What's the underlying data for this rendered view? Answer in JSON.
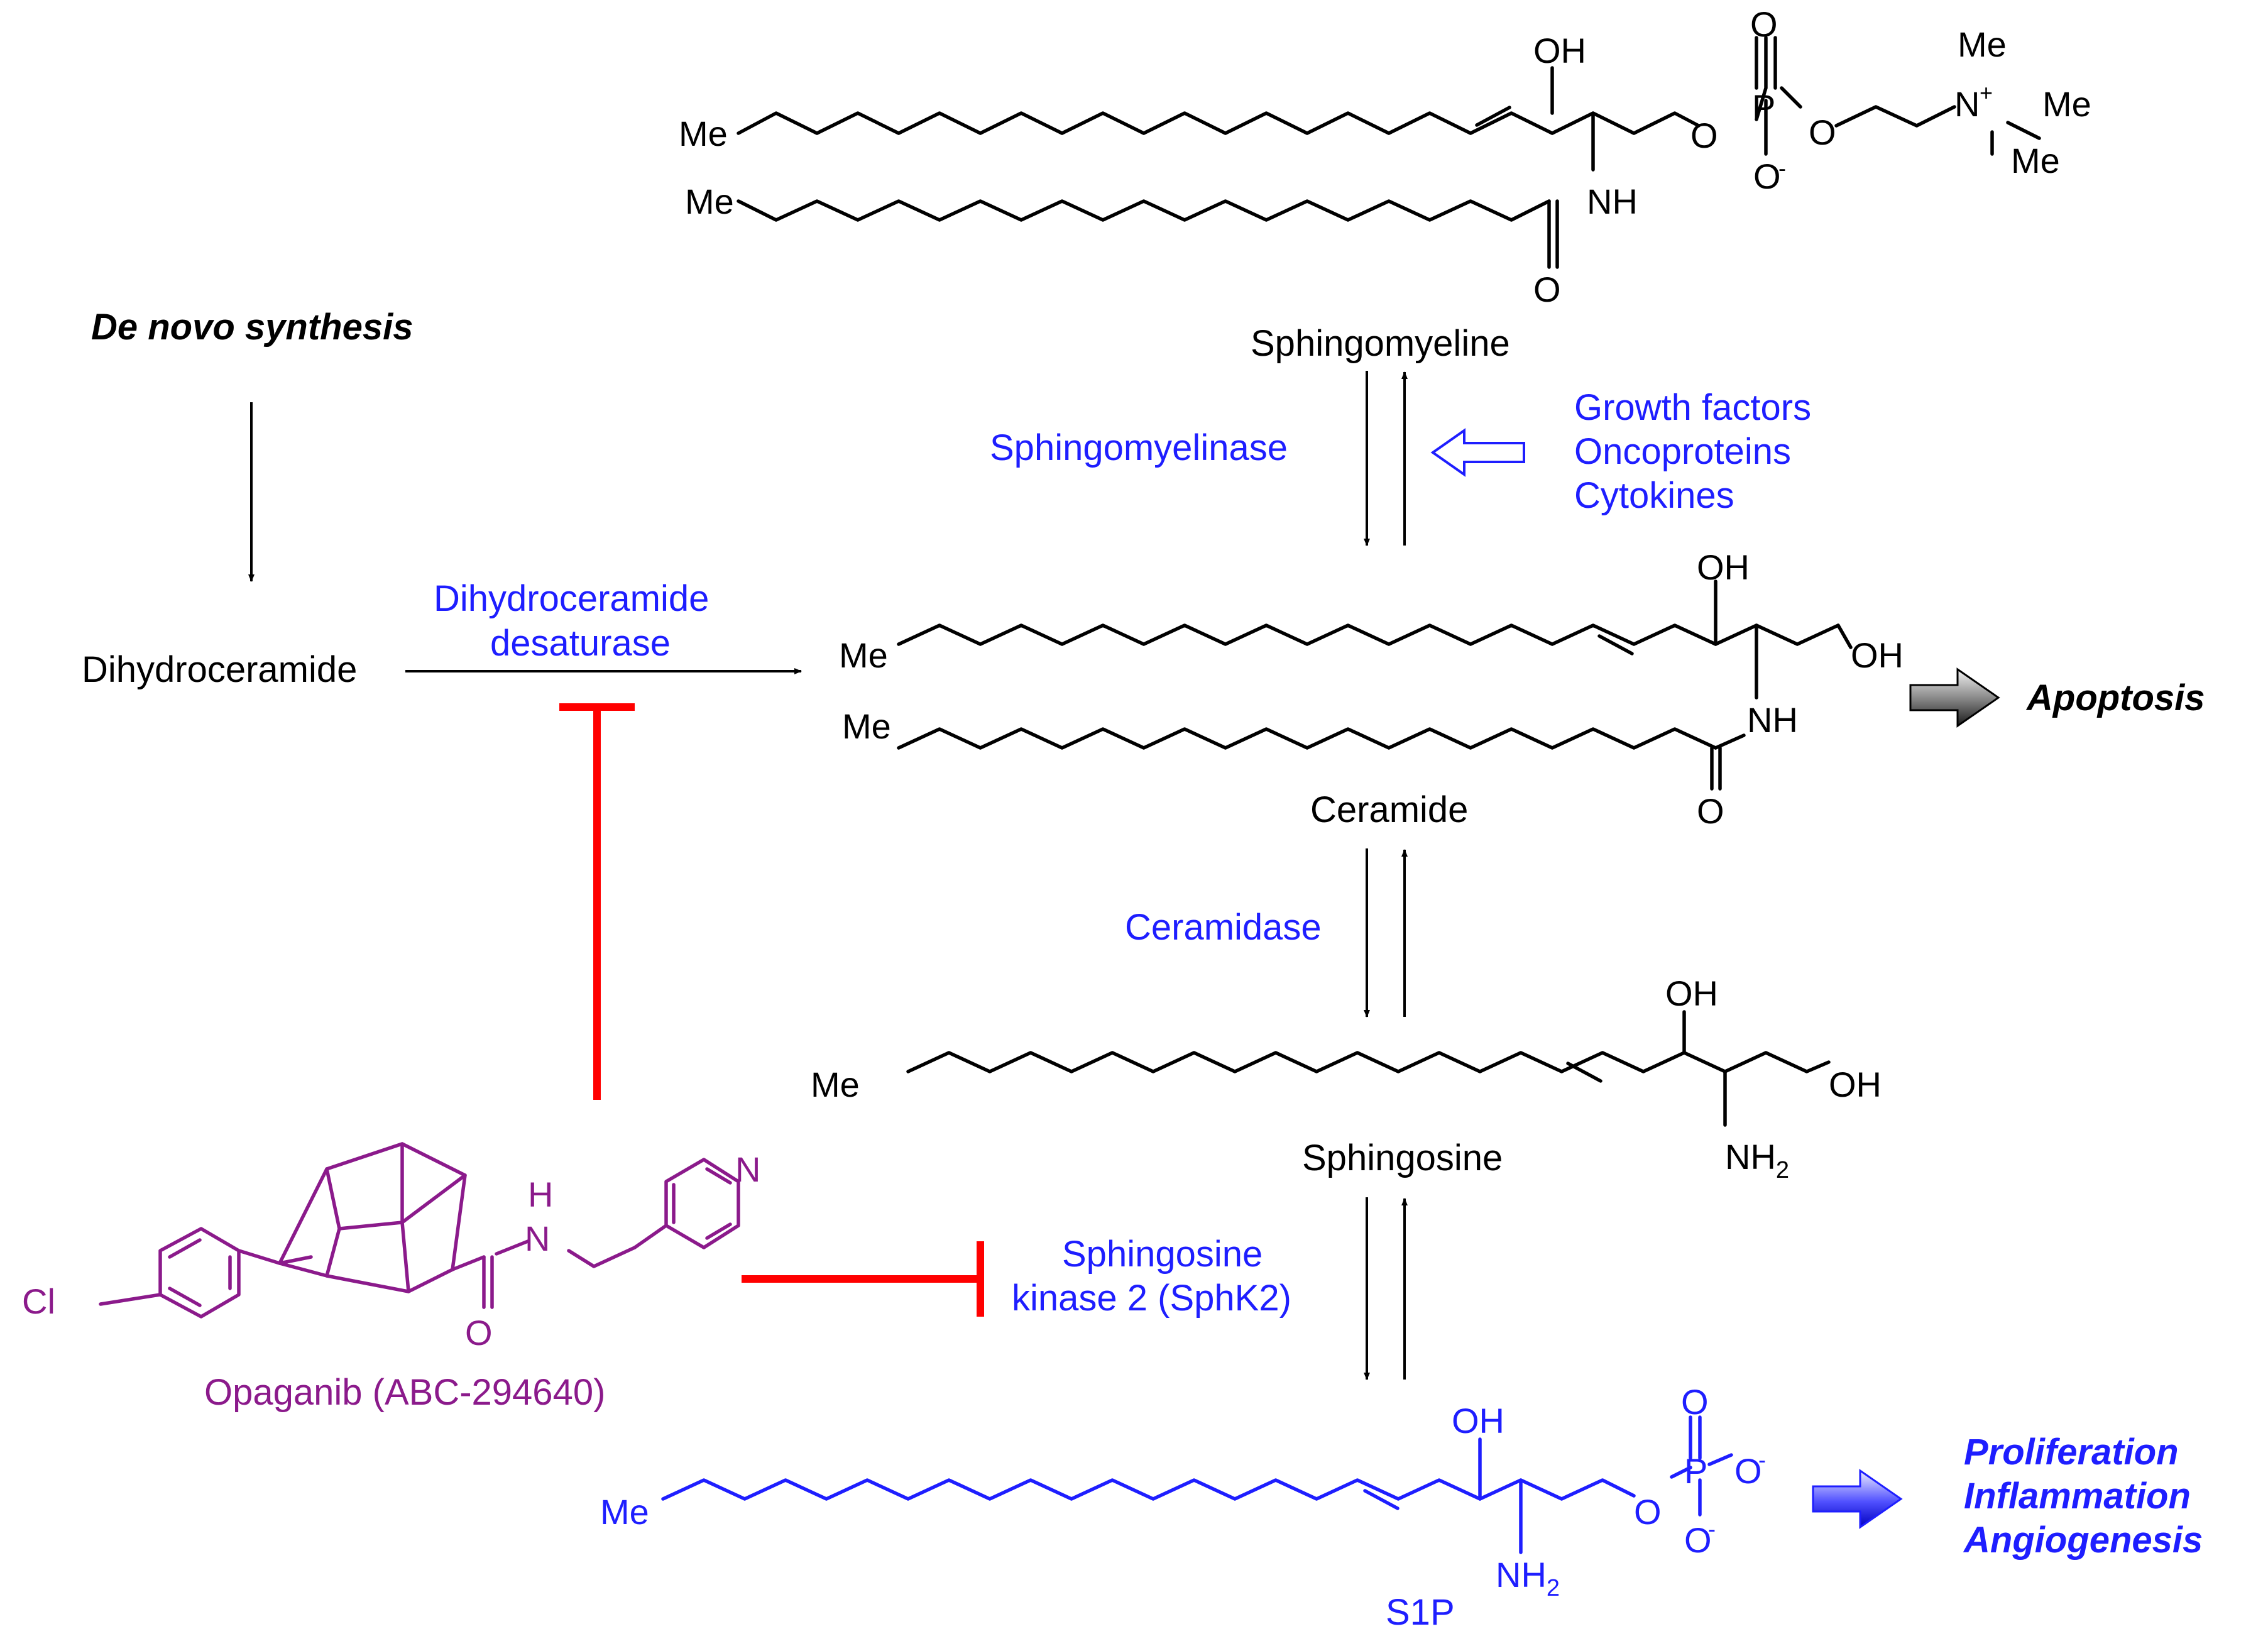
{
  "pathway": {
    "de_novo": "De novo synthesis",
    "dihydroceramide": "Dihydroceramide",
    "desaturase_line1": "Dihydroceramide",
    "desaturase_line2": "desaturase",
    "sphingomyelinase": "Sphingomyelinase",
    "stimuli": [
      "Growth factors",
      "Oncoproteins",
      "Cytokines"
    ],
    "ceramidase": "Ceramidase",
    "sphk2_line1": "Sphingosine",
    "sphk2_line2": "kinase 2 (SphK2)",
    "apoptosis": "Apoptosis",
    "effects": [
      "Proliferation",
      "Inflammation",
      "Angiogenesis"
    ]
  },
  "compounds": {
    "sphingomyeline": "Sphingomyeline",
    "ceramide": "Ceramide",
    "sphingosine": "Sphingosine",
    "s1p": "S1P",
    "opaganib": "Opaganib (ABC-294640)"
  },
  "atoms": {
    "me": "Me",
    "oh": "OH",
    "nh": "NH",
    "n_plus": "N",
    "plus": "+",
    "o": "O",
    "p": "P",
    "minus": "-",
    "nh2": "NH",
    "sub2": "2",
    "h": "H",
    "n": "N",
    "cl": "Cl"
  },
  "colors": {
    "enzyme": "#1e1eff",
    "inhibitor": "#8b1a8b",
    "inhibition": "#ff0000",
    "s1p": "#1e1eff"
  }
}
